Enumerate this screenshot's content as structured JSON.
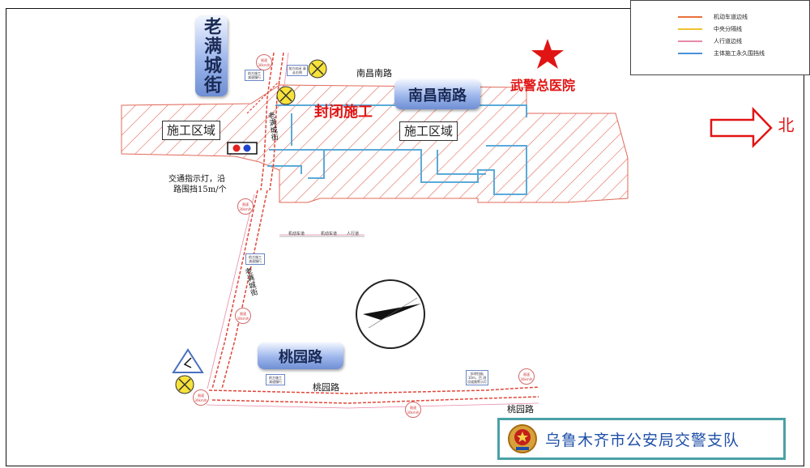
{
  "map": {
    "roads": {
      "laomanchengjie_badge": "老满城街",
      "nanchang_nan_badge": "南昌南路",
      "taoyuan_badge": "桃园路",
      "nanchang_nan_text": "南昌南路",
      "taoyuan_text_1": "桃园路",
      "taoyuan_text_2": "桃园路",
      "laomanchengjie_text_upper": "老满城街",
      "laomanchengjie_text_lower": "老满城街"
    },
    "zones": {
      "zone_left": "施工区域",
      "zone_right": "施工区域"
    },
    "closure_label": "封闭施工",
    "hospital_label": "武警总医院",
    "north_label": "北",
    "signal_note_line1": "交通指示灯，沿",
    "signal_note_line2": "路围挡15m/个",
    "lane_labels": {
      "motor_lane_1": "机动车道",
      "motor_lane_2": "机动车道",
      "sidewalk": "人行道"
    },
    "signs": {
      "front_closed": "前方封闭 请走右侧",
      "front_slow_1": "前方施工 减速慢行",
      "front_slow_2": "前方施工 减速慢行",
      "front_slow_3": "前方施工 减速慢行",
      "guide_note": "拆除挡板10m，目 测设道路警示灯",
      "speed_1": "限速 30km/h",
      "speed_2": "限速 30km/h",
      "speed_3": "限速 30km/h",
      "speed_4": "限速 30km/h",
      "speed_5": "限速 30km/h",
      "speed_6": "限速 30km/h"
    }
  },
  "legend": {
    "items": [
      {
        "label": "机动车道边线",
        "color": "#e8703a"
      },
      {
        "label": "中央分隔线",
        "color": "#f1c232"
      },
      {
        "label": "人行道边线",
        "color": "#e88aa8"
      },
      {
        "label": "主体施工永久围挡线",
        "color": "#4a90d9"
      }
    ]
  },
  "footer": {
    "title": "乌鲁木齐市公安局交警支队"
  },
  "colors": {
    "hatch": "#e06a5a",
    "road_red": "#e0463a",
    "fence_blue": "#5aaad8",
    "badge_text": "#1a2a55",
    "accent_red": "#e11414"
  }
}
